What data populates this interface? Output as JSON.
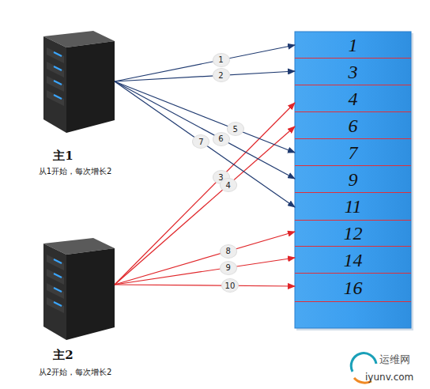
{
  "diagram": {
    "nodes": [
      {
        "text": [
          "主1",
          "从1开始，每次增长2"
        ]
      },
      {
        "text": [
          "主2",
          "从2开始，每次增长2"
        ]
      },
      {
        "text": [
          "1"
        ]
      },
      {
        "text": [
          "3"
        ]
      },
      {
        "text": [
          "4"
        ]
      },
      {
        "text": [
          "6"
        ]
      },
      {
        "text": [
          "7"
        ]
      },
      {
        "text": [
          "9"
        ]
      },
      {
        "text": [
          "11"
        ]
      },
      {
        "text": [
          "12"
        ]
      },
      {
        "text": [
          "14"
        ]
      },
      {
        "text": [
          "16"
        ]
      }
    ],
    "edges": [
      {
        "from": 0,
        "to": 2,
        "arrow": "to",
        "label": "1"
      },
      {
        "from": 0,
        "to": 3,
        "arrow": "to",
        "label": "2"
      },
      {
        "from": 1,
        "to": 4,
        "arrow": "to",
        "label": "3"
      },
      {
        "from": 1,
        "to": 5,
        "arrow": "to",
        "label": "4"
      },
      {
        "from": 0,
        "to": 6,
        "arrow": "to",
        "label": "5"
      },
      {
        "from": 0,
        "to": 7,
        "arrow": "to",
        "label": "6"
      },
      {
        "from": 0,
        "to": 8,
        "arrow": "to",
        "label": "7"
      },
      {
        "from": 1,
        "to": 9,
        "arrow": "to",
        "label": "8"
      },
      {
        "from": 1,
        "to": 10,
        "arrow": "to",
        "label": "9"
      },
      {
        "from": 1,
        "to": 11,
        "arrow": "to",
        "label": "10"
      }
    ],
    "labels": [
      "运维网",
      "iyunv.com"
    ]
  }
}
